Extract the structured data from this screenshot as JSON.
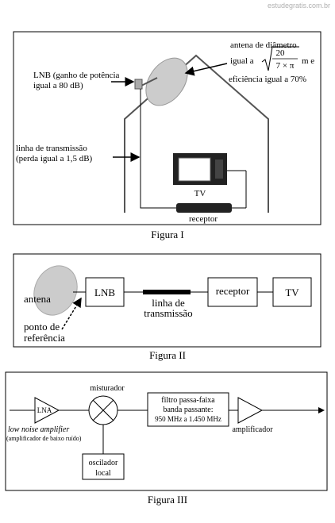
{
  "watermark": "estudegratis.com.br",
  "figure1": {
    "caption": "Figura I",
    "antenna_label": {
      "line1": "antena de diâmetro",
      "igual": "igual a",
      "num": "20",
      "den": "7 × π",
      "unit": "m e",
      "line3": "eficiência igual a 70%"
    },
    "lnb_label": [
      "LNB (ganho de potência",
      "igual a 80 dB)"
    ],
    "line_label": [
      "linha de transmissão",
      "(perda igual a 1,5 dB)"
    ],
    "tv_label": "TV",
    "receiver_label": "receptor"
  },
  "figure2": {
    "caption": "Figura II",
    "antenna_label": "antena",
    "lnb_label": "LNB",
    "line_label": [
      "linha de",
      "transmissão"
    ],
    "receiver_label": "receptor",
    "tv_label": "TV",
    "ref_label": [
      "ponto de",
      "referência"
    ]
  },
  "figure3": {
    "caption": "Figura III",
    "lna_label": "LNA",
    "lna_text": "low noise amplifier",
    "lna_sub": "(amplificador de baixo ruído)",
    "mixer_label": "misturador",
    "filter_label": [
      "filtro passa-faixa",
      "banda passante:",
      "950 MHz a 1.450 MHz"
    ],
    "amp_label": "amplificador",
    "osc_label": [
      "oscilador",
      "local"
    ]
  }
}
